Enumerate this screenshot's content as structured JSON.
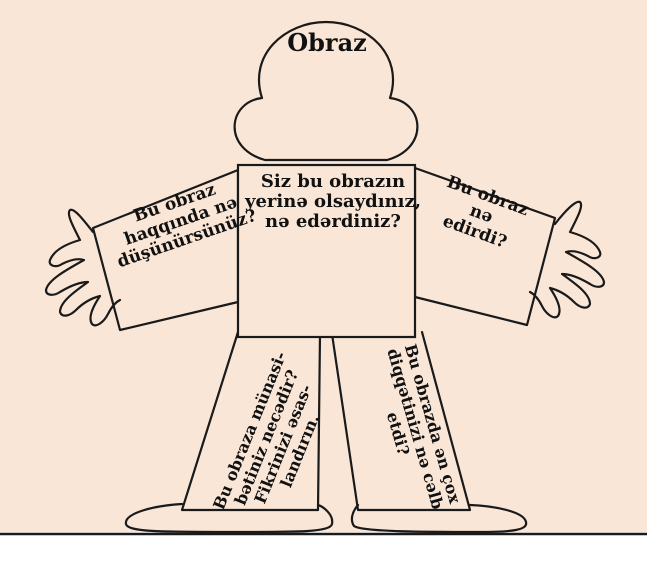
{
  "diagram": {
    "background_color": "#f9e6d7",
    "outline_color": "#1a1a1a",
    "title": "Obraz",
    "labels": {
      "center_body": "Siz bu obrazın\nyerinə olsaydınız,\nnə edərdiniz?",
      "left_sleeve": "Bu obraz\nhaqqında nə\ndüşünürsünüz?",
      "right_sleeve": "Bu obraz nə\nedirdi?",
      "left_leg": "Bu obraza münasi-\nbətiniz necədir?\nFikrinizi əsas-\nlandırın.",
      "right_leg": "Bu obrazda ən çox\ndiqqətinizi nə cəlb\netdi?"
    }
  }
}
